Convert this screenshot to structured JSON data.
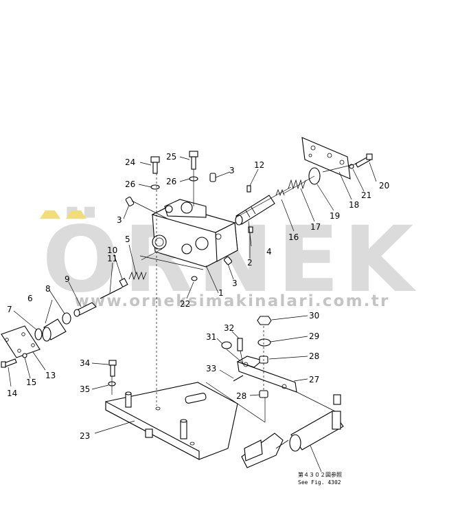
{
  "watermark": {
    "logo_text": "ÖRNEK",
    "url": "www.orneksimakinalari.com.tr",
    "logo_color": "#cfcfcf",
    "accent_color": "#f3dc7a",
    "url_color": "#b5b5b5"
  },
  "callouts": [
    "1",
    "2",
    "3",
    "3",
    "3",
    "4",
    "5",
    "6",
    "7",
    "8",
    "9",
    "10",
    "11",
    "12",
    "13",
    "14",
    "15",
    "16",
    "17",
    "18",
    "19",
    "20",
    "21",
    "22",
    "23",
    "24",
    "25",
    "26",
    "26",
    "27",
    "28",
    "28",
    "29",
    "30",
    "31",
    "32",
    "33",
    "34",
    "35"
  ],
  "reference": {
    "line1": "第４３０２図参照",
    "line2": "See Fig. 4302"
  }
}
